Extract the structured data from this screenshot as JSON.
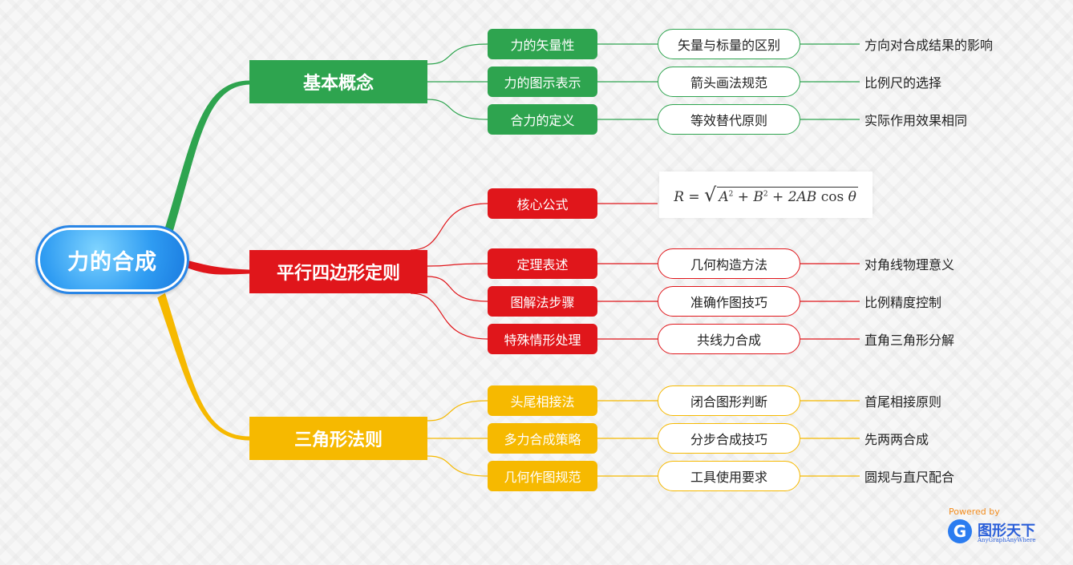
{
  "root": {
    "label": "力的合成",
    "color": "#2f9cf2"
  },
  "branches": [
    {
      "label": "基本概念",
      "color": "#2ea44f",
      "subs": [
        {
          "label": "力的矢量性",
          "leaf": "矢量与标量的区别",
          "tail": "方向对合成结果的影响"
        },
        {
          "label": "力的图示表示",
          "leaf": "箭头画法规范",
          "tail": "比例尺的选择"
        },
        {
          "label": "合力的定义",
          "leaf": "等效替代原则",
          "tail": "实际作用效果相同"
        }
      ]
    },
    {
      "label": "平行四边形定则",
      "color": "#e0161b",
      "subs": [
        {
          "label": "核心公式",
          "formula": "R = √(A² + B² + 2AB cos θ)"
        },
        {
          "label": "定理表述",
          "leaf": "几何构造方法",
          "tail": "对角线物理意义"
        },
        {
          "label": "图解法步骤",
          "leaf": "准确作图技巧",
          "tail": "比例精度控制"
        },
        {
          "label": "特殊情形处理",
          "leaf": "共线力合成",
          "tail": "直角三角形分解"
        }
      ]
    },
    {
      "label": "三角形法则",
      "color": "#f6b900",
      "subs": [
        {
          "label": "头尾相接法",
          "leaf": "闭合图形判断",
          "tail": "首尾相接原则"
        },
        {
          "label": "多力合成策略",
          "leaf": "分步合成技巧",
          "tail": "先两两合成"
        },
        {
          "label": "几何作图规范",
          "leaf": "工具使用要求",
          "tail": "圆规与直尺配合"
        }
      ]
    }
  ],
  "brand": {
    "powered": "Powered by",
    "name": "图形天下",
    "sub": "AnyGraphAnyWhere",
    "mark": "G"
  }
}
